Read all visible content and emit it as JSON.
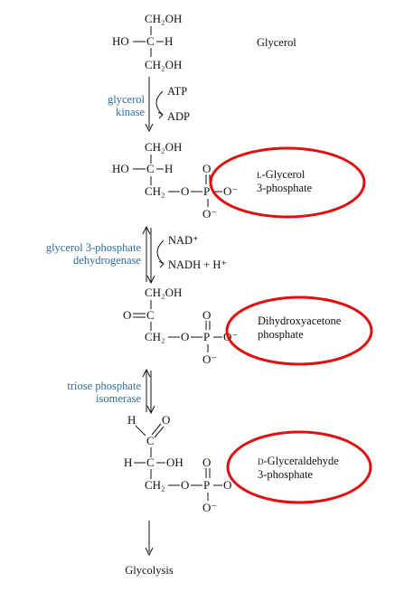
{
  "glycerol": {
    "ch2oh_top": "CH₂OH",
    "ho": "HO",
    "c": "C",
    "h": "H",
    "ch2oh_bottom": "CH₂OH",
    "name": "Glycerol"
  },
  "step1": {
    "enzyme_line1": "glycerol",
    "enzyme_line2": "kinase",
    "cofactor_in": "ATP",
    "cofactor_out": "ADP"
  },
  "g3p": {
    "ch2oh": "CH₂OH",
    "ho": "HO",
    "c": "C",
    "h": "H",
    "ch2": "CH₂",
    "o_link": "O",
    "p": "P",
    "o_top": "O",
    "o_right": "O⁻",
    "o_bottom": "O⁻",
    "name_prefix": "L",
    "name_line1": "-Glycerol",
    "name_line2": "3-phosphate"
  },
  "step2": {
    "enzyme_line1": "glycerol 3-phosphate",
    "enzyme_line2": "dehydrogenase",
    "cofactor_in": "NAD⁺",
    "cofactor_out": "NADH + H⁺"
  },
  "dhap": {
    "ch2oh": "CH₂OH",
    "o_keto": "O",
    "c": "C",
    "ch2": "CH₂",
    "o_link": "O",
    "p": "P",
    "o_top": "O",
    "o_right": "O⁻",
    "o_bottom": "O⁻",
    "name_line1": "Dihydroxyacetone",
    "name_line2": "phosphate"
  },
  "step3": {
    "enzyme_line1": "triose phosphate",
    "enzyme_line2": "isomerase"
  },
  "gap": {
    "h_ald": "H",
    "o_ald": "O",
    "c1": "C",
    "h": "H",
    "c2": "C",
    "oh": "OH",
    "ch2": "CH₂",
    "o_link": "O",
    "p": "P",
    "o_top": "O",
    "o_right": "O",
    "o_bottom": "O⁻",
    "name_prefix": "D",
    "name_line1": "-Glyceraldehyde",
    "name_line2": "3-phosphate"
  },
  "end": {
    "label": "Glycolysis"
  },
  "colors": {
    "enzyme_text": "#2e6b9a",
    "highlight_circle": "#e01010",
    "ink": "#111111"
  }
}
